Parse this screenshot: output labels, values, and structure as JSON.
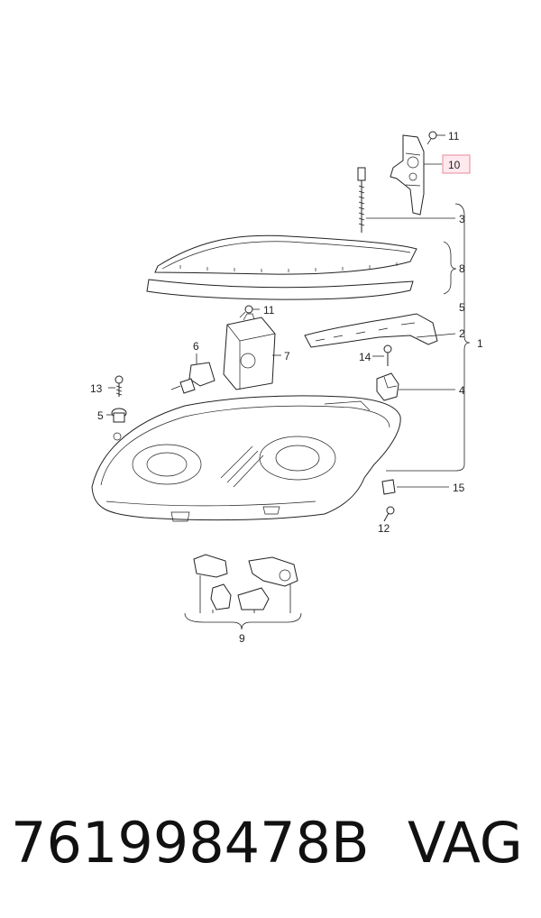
{
  "callouts": {
    "c1": "1",
    "c2": "2",
    "c3": "3",
    "c4": "4",
    "c5a": "5",
    "c5b": "5",
    "c6": "6",
    "c7": "7",
    "c8": "8",
    "c9": "9",
    "c10": "10",
    "c11a": "11",
    "c11b": "11",
    "c12": "12",
    "c13": "13",
    "c14": "14",
    "c15": "15"
  },
  "caption": {
    "part_number": "761998478B",
    "brand": "VAG"
  },
  "colors": {
    "line": "#222222",
    "highlight_fill": "#ffe9ee",
    "highlight_border": "#e58a9c"
  }
}
